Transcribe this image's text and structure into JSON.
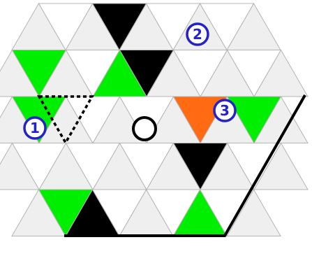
{
  "board": {
    "palette": {
      "light": "#efefef",
      "white": "#ffffff",
      "black": "#000000",
      "green": "#00ee00",
      "orange": "#ff6a13",
      "grid": "#b4b4b4",
      "marker": "#2323c8"
    },
    "rows": [
      {
        "up": [
          "light",
          "light",
          "light",
          "light",
          "light"
        ],
        "down": [
          "white",
          "black",
          "white",
          "white"
        ]
      },
      {
        "up": [
          "light",
          "light",
          "green",
          "light",
          "light",
          "light"
        ],
        "down": [
          "green",
          "white",
          "black",
          "white",
          "white"
        ]
      },
      {
        "up": [
          "light",
          "light",
          "light",
          "light",
          "light",
          "light"
        ],
        "down": [
          "green",
          "white",
          "white",
          "orange",
          "green"
        ]
      },
      {
        "up": [
          "light",
          "light",
          "light",
          "light",
          "light",
          "light"
        ],
        "down": [
          "white",
          "white",
          "white",
          "black",
          "white"
        ]
      },
      {
        "up": [
          "light",
          "black",
          "light",
          "green",
          "light"
        ],
        "down": [
          "green",
          "white",
          "white",
          "white"
        ]
      }
    ],
    "markers": [
      {
        "label": "1"
      },
      {
        "label": "2"
      },
      {
        "label": "3"
      }
    ],
    "goal_symbol": "circle"
  }
}
